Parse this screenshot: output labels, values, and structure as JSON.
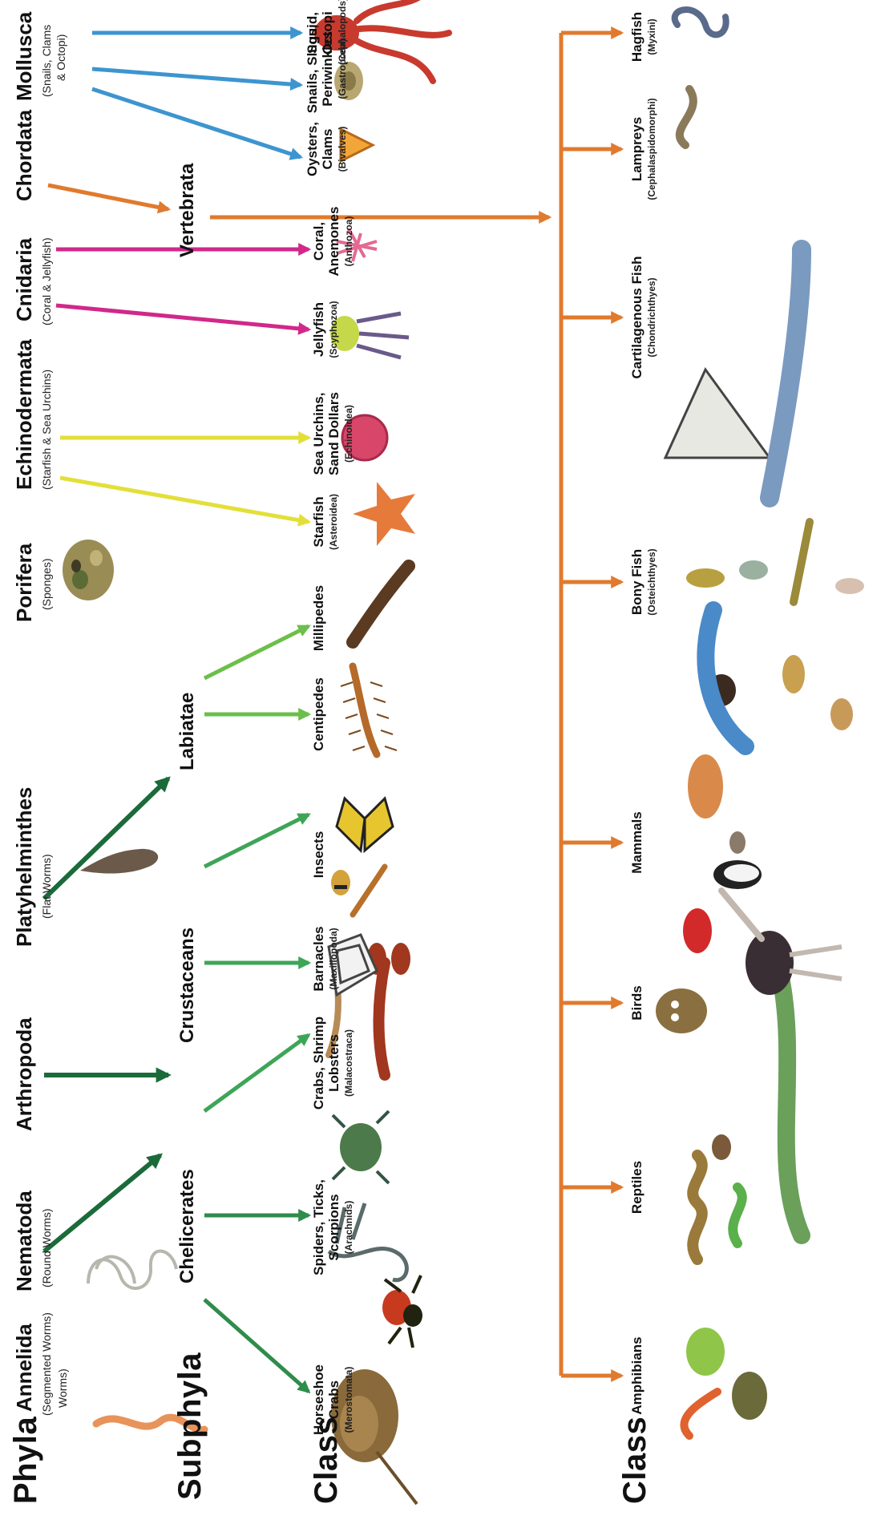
{
  "row_labels": {
    "phyla": "Phyla",
    "subphyla": "Subphyla",
    "class_top": "Class",
    "class_bottom": "Class"
  },
  "phyla": [
    {
      "name": "Annelida",
      "common": "(Segmented Worms)",
      "extra": "Worms)"
    },
    {
      "name": "Nematoda",
      "common": "(Round Worms)"
    },
    {
      "name": "Arthropoda",
      "common": ""
    },
    {
      "name": "Platyhelminthes",
      "common": "(Flat Worms)"
    },
    {
      "name": "Porifera",
      "common": "(Sponges)"
    },
    {
      "name": "Echinodermata",
      "common": "(Starfish & Sea Urchins)"
    },
    {
      "name": "Cnidaria",
      "common": "(Coral & Jellyfish)"
    },
    {
      "name": "Chordata",
      "common": ""
    },
    {
      "name": "Mollusca",
      "common": "(Snails, Clams",
      "common2": "& Octopi)"
    }
  ],
  "subphyla": [
    {
      "name": "Chelicerates"
    },
    {
      "name": "Crustaceans"
    },
    {
      "name": "Labiatae"
    },
    {
      "name": "Vertebrata"
    }
  ],
  "classes_top": [
    {
      "lines": [
        "Horseshoe",
        "Crabs"
      ],
      "sci": "(Merostomata)"
    },
    {
      "lines": [
        "Spiders, Ticks,",
        "Scorpions"
      ],
      "sci": "(Arachnids)"
    },
    {
      "lines": [
        "Crabs, Shrimp",
        "Lobsters"
      ],
      "sci": "(Malacostraca)"
    },
    {
      "lines": [
        "Barnacles"
      ],
      "sci": "(Maxillopoda)"
    },
    {
      "lines": [
        "Insects"
      ],
      "sci": ""
    },
    {
      "lines": [
        "Centipedes"
      ],
      "sci": ""
    },
    {
      "lines": [
        "Millipedes"
      ],
      "sci": ""
    },
    {
      "lines": [
        "Starfish"
      ],
      "sci": "(Asteroidea)"
    },
    {
      "lines": [
        "Sea Urchins,",
        "Sand Dollars"
      ],
      "sci": "(Echinoidea)"
    },
    {
      "lines": [
        "Jellyfish"
      ],
      "sci": "(Scyphozoa)"
    },
    {
      "lines": [
        "Coral,",
        "Anemones"
      ],
      "sci": "(Anthozoa)"
    },
    {
      "lines": [
        "Oysters,",
        "Clams"
      ],
      "sci": "(Bivalves)"
    },
    {
      "lines": [
        "Snails, Slugs,",
        "Periwinkles"
      ],
      "sci": "(Gastropoda)"
    },
    {
      "lines": [
        "Squid,",
        "Octopi"
      ],
      "sci": "(Cephalopods)"
    }
  ],
  "classes_bottom": [
    {
      "lines": [
        "Amphibians"
      ],
      "sci": ""
    },
    {
      "lines": [
        "Reptiles"
      ],
      "sci": ""
    },
    {
      "lines": [
        "Birds"
      ],
      "sci": ""
    },
    {
      "lines": [
        "Mammals"
      ],
      "sci": ""
    },
    {
      "lines": [
        "Bony Fish"
      ],
      "sci": "(Osteichthyes)"
    },
    {
      "lines": [
        "Cartilagenous Fish"
      ],
      "sci": "(Chondrichthyes)"
    },
    {
      "lines": [
        "Lampreys"
      ],
      "sci": "(Cephalaspidomorphi)"
    },
    {
      "lines": [
        "Hagfish"
      ],
      "sci": "(Myxini)"
    }
  ],
  "colors": {
    "arthropoda_arrow": "#1b6b3a",
    "chelicerates_arrow": "#2f8c4a",
    "crustaceans_arrow": "#3ea557",
    "labiatae_arrow": "#6bbf4a",
    "echinodermata_arrow": "#e3df3a",
    "cnidaria_arrow": "#d1288a",
    "mollusca_arrow": "#3d95cf",
    "chordata_arrow": "#e07a2e"
  }
}
